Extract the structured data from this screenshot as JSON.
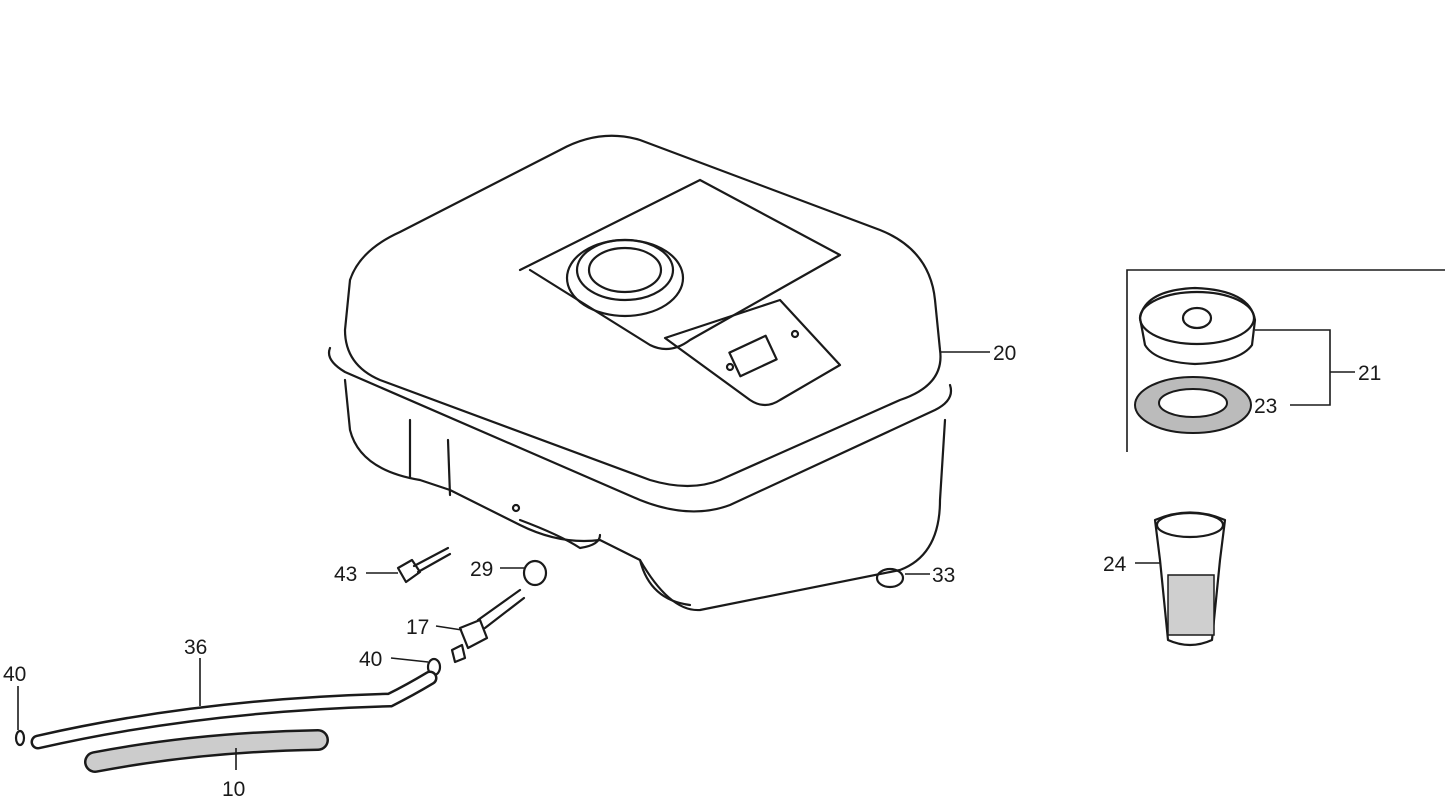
{
  "diagram": {
    "type": "exploded parts diagram - fuel tank",
    "labels": {
      "tank": "20",
      "cap_assembly": "21",
      "cap_gasket": "23",
      "strainer": "24",
      "grommet": "33",
      "bolt": "43",
      "washer": "29",
      "fuel_cock": "17",
      "clip_cock": "40",
      "fuel_tube": "36",
      "clip_tube": "40",
      "tube_protector": "10"
    },
    "colors": {
      "ink": "#1a1a1a",
      "background": "#ffffff"
    }
  }
}
